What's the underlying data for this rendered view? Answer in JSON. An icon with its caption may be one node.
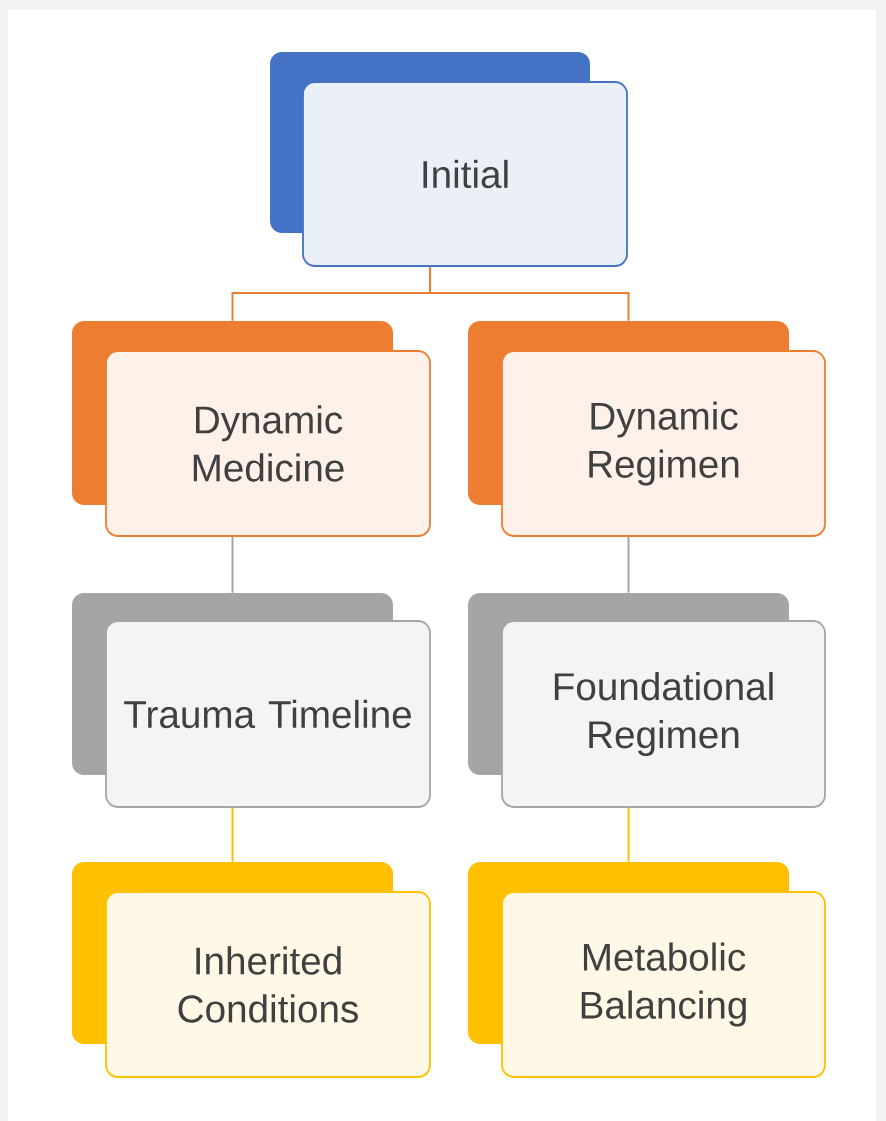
{
  "diagram": {
    "nodes": [
      {
        "text": [
          "Initial"
        ]
      },
      {
        "text": [
          "Dynamic Medicine"
        ]
      },
      {
        "text": [
          "Dynamic Regimen"
        ]
      },
      {
        "text": [
          "Trauma Timeline"
        ]
      },
      {
        "text": [
          "Foundational Regimen"
        ]
      },
      {
        "text": [
          "Inherited Conditions"
        ]
      },
      {
        "text": [
          "Metabolic Balancing"
        ]
      }
    ],
    "edges": [
      {
        "from": 0,
        "to": 1,
        "arrow": "none",
        "color": "#ed7d31"
      },
      {
        "from": 0,
        "to": 2,
        "arrow": "none",
        "color": "#ed7d31"
      },
      {
        "from": 1,
        "to": 3,
        "arrow": "none",
        "color": "#a5a5a5"
      },
      {
        "from": 2,
        "to": 4,
        "arrow": "none",
        "color": "#a5a5a5"
      },
      {
        "from": 3,
        "to": 5,
        "arrow": "none",
        "color": "#ffc000"
      },
      {
        "from": 4,
        "to": 6,
        "arrow": "none",
        "color": "#ffc000"
      }
    ]
  }
}
